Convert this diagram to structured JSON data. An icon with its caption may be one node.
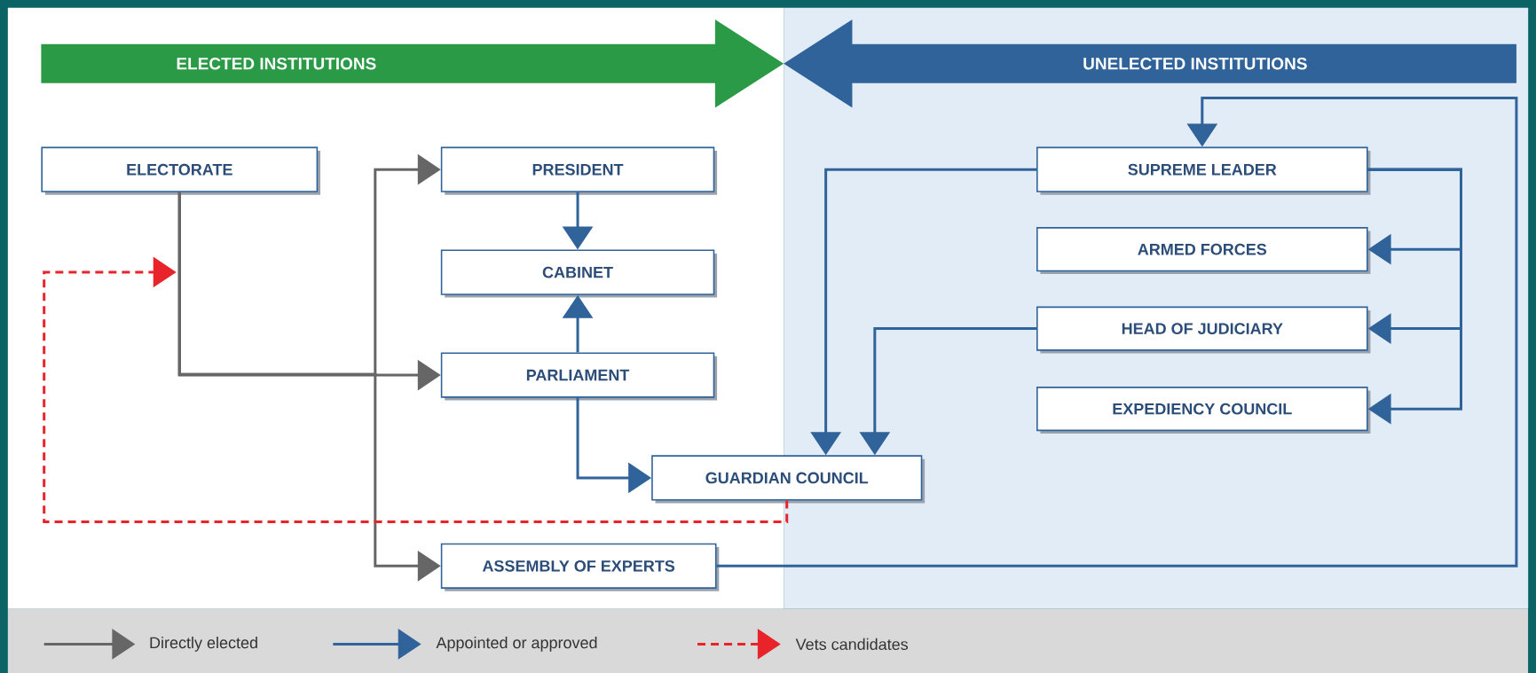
{
  "diagram": {
    "nodes": [
      {
        "text": [
          "ELECTED INSTITUTIONS"
        ]
      },
      {
        "text": [
          "UNELECTED INSTITUTIONS"
        ]
      },
      {
        "text": [
          "ELECTORATE"
        ]
      },
      {
        "text": [
          "PRESIDENT"
        ]
      },
      {
        "text": [
          "CABINET"
        ]
      },
      {
        "text": [
          "PARLIAMENT"
        ]
      },
      {
        "text": [
          "GUARDIAN COUNCIL"
        ]
      },
      {
        "text": [
          "ASSEMBLY OF EXPERTS"
        ]
      },
      {
        "text": [
          "SUPREME LEADER"
        ]
      },
      {
        "text": [
          "ARMED FORCES"
        ]
      },
      {
        "text": [
          "HEAD OF JUDICIARY"
        ]
      },
      {
        "text": [
          "EXPEDIENCY COUNCIL"
        ]
      }
    ],
    "edges": [
      {
        "from": 2,
        "to": 3,
        "arrow": "to",
        "color": "#666666"
      },
      {
        "from": 2,
        "to": 5,
        "arrow": "to",
        "color": "#666666"
      },
      {
        "from": 2,
        "to": 7,
        "arrow": "to",
        "color": "#666666"
      },
      {
        "from": 3,
        "to": 4,
        "arrow": "to"
      },
      {
        "from": 5,
        "to": 4,
        "arrow": "to"
      },
      {
        "from": 5,
        "to": 6,
        "arrow": "to"
      },
      {
        "from": 8,
        "to": 6,
        "arrow": "to"
      },
      {
        "from": 10,
        "to": 6,
        "arrow": "to"
      },
      {
        "from": 8,
        "to": 9,
        "arrow": "to"
      },
      {
        "from": 8,
        "to": 10,
        "arrow": "to"
      },
      {
        "from": 8,
        "to": 11,
        "arrow": "to"
      },
      {
        "from": 7,
        "to": 8,
        "arrow": "to"
      },
      {
        "from": 6,
        "to": null,
        "arrow": "to",
        "style": "dashed",
        "color": "#e8242a"
      }
    ],
    "legend": [
      {
        "text": "Directly elected"
      },
      {
        "text": "Appointed or approved"
      },
      {
        "text": "Vets candidates"
      }
    ]
  }
}
